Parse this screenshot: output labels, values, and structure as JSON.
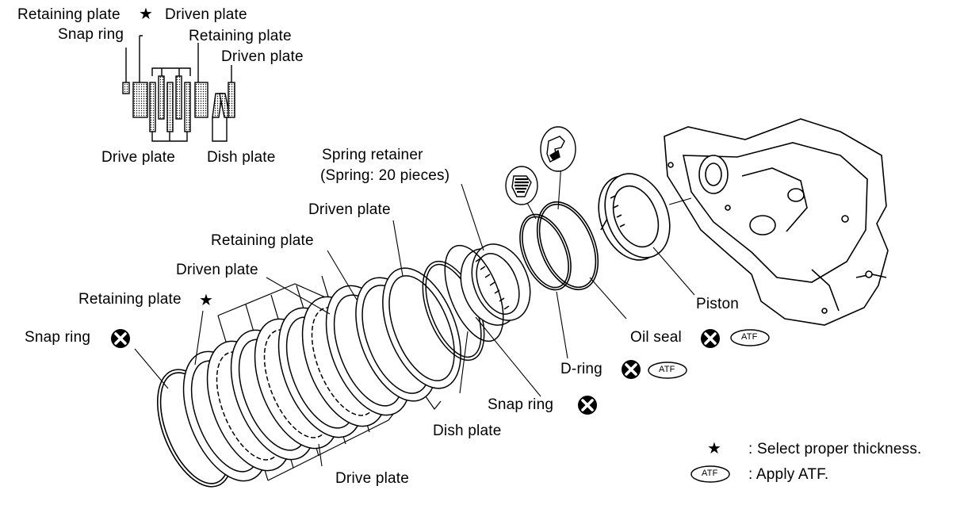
{
  "inset_labels": {
    "retaining_plate_top": "Retaining plate",
    "driven_plate_top": "Driven plate",
    "snap_ring": "Snap ring",
    "retaining_plate_2": "Retaining plate",
    "driven_plate_2": "Driven plate",
    "drive_plate": "Drive plate",
    "dish_plate": "Dish plate"
  },
  "main_labels": {
    "spring_retainer": "Spring retainer",
    "spring_note": "(Spring: 20 pieces)",
    "driven_plate_a": "Driven plate",
    "retaining_plate_a": "Retaining plate",
    "driven_plate_b": "Driven plate",
    "retaining_plate_b": "Retaining plate",
    "snap_ring_left": "Snap ring",
    "drive_plate": "Drive plate",
    "dish_plate": "Dish plate",
    "snap_ring_mid": "Snap ring",
    "d_ring": "D-ring",
    "oil_seal": "Oil seal",
    "piston": "Piston"
  },
  "symbols": {
    "star": "★",
    "atf": "ATF"
  },
  "legend": {
    "star_text": ": Select proper thickness.",
    "atf_text": ": Apply ATF."
  },
  "icons": [
    "star-icon",
    "do-not-reuse-icon",
    "atf-badge-icon",
    "seal-lip-icon",
    "d-ring-section-icon"
  ],
  "colors": {
    "ink": "#000000",
    "paper": "#ffffff"
  }
}
